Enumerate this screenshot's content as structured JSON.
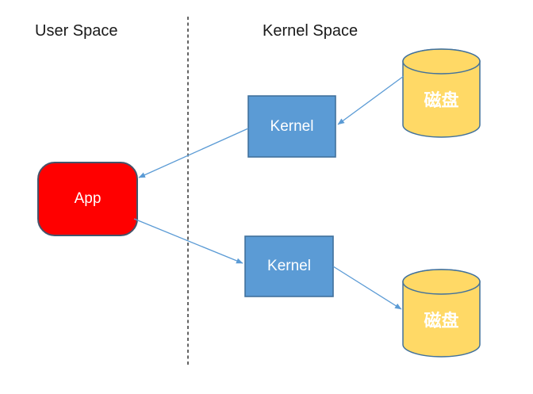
{
  "diagram": {
    "background": "#ffffff",
    "arrow_color": "#5B9BD5",
    "divider": {
      "style": "dashed",
      "color": "#3f3f3f"
    },
    "labels": {
      "user_space": "User Space",
      "kernel_space": "Kernel Space"
    },
    "nodes": {
      "app": {
        "label": "App",
        "shape": "rounded-rectangle",
        "region": "user-space",
        "fill": "#FF0000",
        "border": "#44546A",
        "text_color": "#FFFFFF"
      },
      "kernel_top": {
        "label": "Kernel",
        "shape": "rectangle",
        "region": "kernel-space",
        "fill": "#5B9BD5",
        "border": "#41719C",
        "text_color": "#FFFFFF"
      },
      "kernel_bottom": {
        "label": "Kernel",
        "shape": "rectangle",
        "region": "kernel-space",
        "fill": "#5B9BD5",
        "border": "#41719C",
        "text_color": "#FFFFFF"
      },
      "disk_top": {
        "label": "磁盘",
        "shape": "cylinder",
        "region": "kernel-space",
        "fill": "#FFD966",
        "border": "#41719C",
        "text_color": "#FFFFFF"
      },
      "disk_bottom": {
        "label": "磁盘",
        "shape": "cylinder",
        "region": "kernel-space",
        "fill": "#FFD966",
        "border": "#41719C",
        "text_color": "#FFFFFF"
      }
    },
    "edges": [
      {
        "from": "disk_top",
        "to": "kernel_top"
      },
      {
        "from": "kernel_top",
        "to": "app"
      },
      {
        "from": "app",
        "to": "kernel_bottom"
      },
      {
        "from": "kernel_bottom",
        "to": "disk_bottom"
      }
    ]
  }
}
